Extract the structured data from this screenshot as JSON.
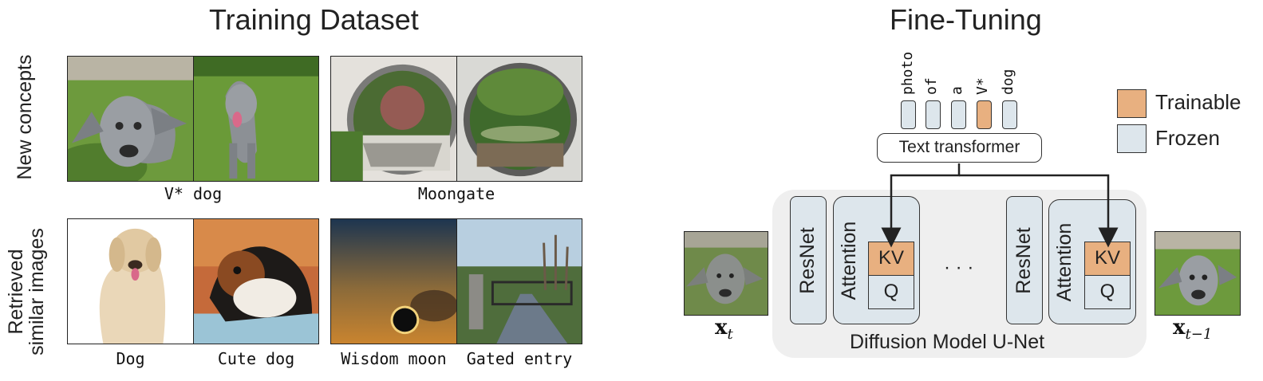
{
  "left": {
    "title": "Training Dataset",
    "row_labels": {
      "new_concepts": "New concepts",
      "retrieved_line1": "Retrieved",
      "retrieved_line2": "similar images"
    },
    "captions": {
      "vdog": "V* dog",
      "moongate": "Moongate",
      "dog": "Dog",
      "cute_dog": "Cute dog",
      "wisdom_moon": "Wisdom moon",
      "gated_entry": "Gated entry"
    }
  },
  "right": {
    "title": "Fine-Tuning",
    "tokens": [
      {
        "word": "photo",
        "trainable": false
      },
      {
        "word": "of",
        "trainable": false
      },
      {
        "word": "a",
        "trainable": false
      },
      {
        "word": "V*",
        "trainable": true
      },
      {
        "word": "dog",
        "trainable": false
      }
    ],
    "text_transformer": "Text transformer",
    "resnet": "ResNet",
    "attention": "Attention",
    "kv": "KV",
    "q": "Q",
    "ellipsis": "· · ·",
    "unet_label": "Diffusion Model U-Net",
    "xt_base": "x",
    "xt_sub": "t",
    "xt1_base": "x",
    "xt1_sub": "t−1",
    "legend": {
      "trainable": "Trainable",
      "frozen": "Frozen"
    }
  },
  "colors": {
    "trainable": "#e8b080",
    "frozen": "#dde6ec",
    "unet_bg": "#efefef"
  }
}
